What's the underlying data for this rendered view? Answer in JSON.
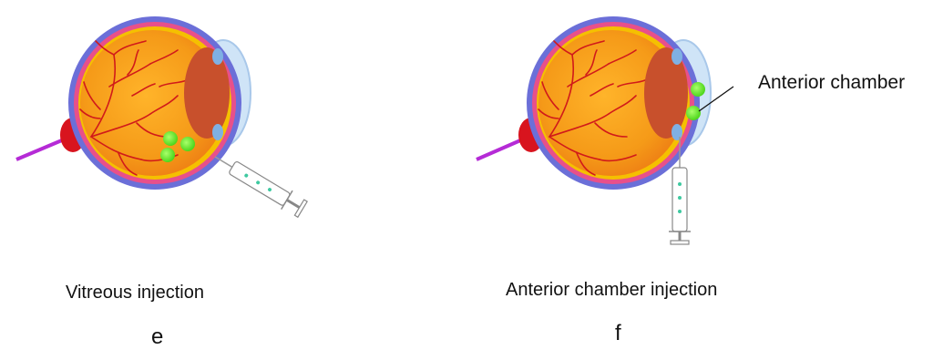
{
  "panels": [
    {
      "caption": "Vitreous injection",
      "letter": "e"
    },
    {
      "caption": "Anterior chamber injection",
      "letter": "f",
      "callout": "Anterior chamber"
    }
  ],
  "colors": {
    "sclera": "#6b6fd8",
    "choroid": "#e8508a",
    "retina": "#f5c000",
    "vitreous": "#f6a11a",
    "vessels": "#d11a1a",
    "lens": "#c8502c",
    "cornea": "#cfe4f7",
    "optic_nerve": "#d8141e",
    "nerve_line": "#b52bd6",
    "particles": "#7cf02e",
    "syringe_fluid": "#3ec9a0"
  },
  "icons": [
    "eye-diagram",
    "syringe-icon",
    "optic-nerve-icon",
    "drug-particle-icon"
  ]
}
